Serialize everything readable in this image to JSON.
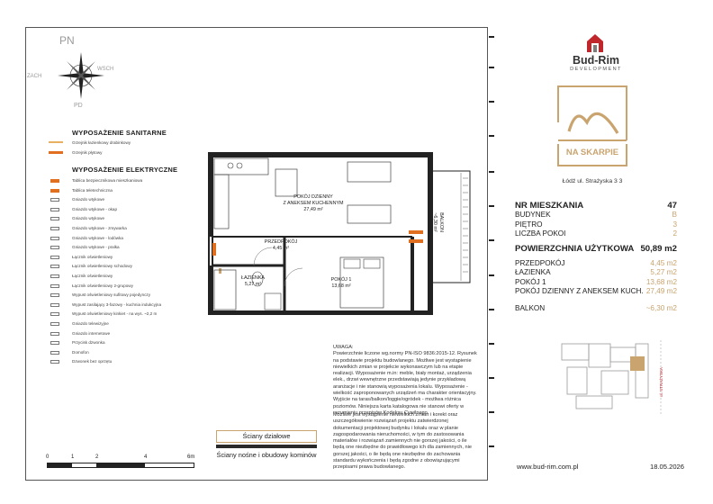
{
  "compass": {
    "n": "PN",
    "s": "PD",
    "e": "WSCH",
    "w": "ZACH"
  },
  "sanitary": {
    "title": "WYPOSAŻENIE SANITARNE",
    "items": [
      {
        "label": "Grzejnik łazienkowy drabinkowy",
        "color": "#e8b060"
      },
      {
        "label": "Grzejnik płytowy",
        "color": "#e07020"
      }
    ]
  },
  "electrical": {
    "title": "WYPOSAŻENIE ELEKTRYCZNE",
    "items": [
      "Tablica bezpiecznikowa mieszkaniowa",
      "Tablica teletechniczna",
      "Gniazdo wtykowe",
      "Gniazdo wtykowe - okap",
      "Gniazdo wtykowe",
      "Gniazdo wtykowe - zmywarka",
      "Gniazdo wtykowe - lodówka",
      "Gniazdo wtykowe - pralka",
      "Łącznik oświetleniowy",
      "Łącznik oświetleniowy schodowy",
      "Łącznik oświetleniowy",
      "Łącznik oświetleniowy 2-grupowy",
      "Wypust oświetleniowy sufitowy pojedynczy",
      "Wypust zasilający 3-fazowy - kuchnia indukcyjna",
      "Wypust oświetleniowy kinkiet - na wys. ~2,2 m",
      "Gniazdo telewizyjne",
      "Gniazdo internetowe",
      "Przycisk dzwonka",
      "Domofon",
      "Dzwonek bez oprzętu"
    ]
  },
  "rooms": {
    "living": {
      "name1": "POKÓJ DZIENNY",
      "name2": "Z ANEKSEM KUCHENNYM",
      "area": "27,49 m²"
    },
    "hall": {
      "name": "PRZEDPOKÓJ",
      "area": "4,45 m²"
    },
    "bath": {
      "name": "ŁAZIENKA",
      "area": "5,27 m²"
    },
    "room1": {
      "name": "POKÓJ 1",
      "area": "13,68 m²"
    },
    "balcony": {
      "name": "BALKON",
      "area": "~6,30 m²"
    }
  },
  "uwaga": {
    "title": "UWAGA:",
    "text": "Powierzchnie liczone wg.normy PN-ISO 9836:2015-12. Rysunek na podstawie projektu budowlanego. Możliwe jest wystąpienie niewielkich zmian w projekcie wykonawczym lub na etapie realizacji. Wyposażenie m.in: meble, biały montaż, urządzenia elek., drzwi wewnętrzne przedstawiają jedynie przykładową aranżacje i nie stanowią wyposażenia lokalu. Wyposażenie - wielkość zaproponowanych urządzeń ma charakter orientacyjny. Wyjście na taras/balkon/loggie/ogródek - możliwa różnica poziomów. Niniejsza karta katalogowa nie stanowi oferty w rozumieniu przepisów Kodeksu Cywilnego.",
    "text2": "Możliwe jest wystąpienie niewielkich zmian i korekt oraz uszczegółowienie rozwiązań projektu zatwierdzonej dokumentacji projektowej budynku i lokalu oraz w planie zagospodarowania nieruchomości, w tym do zastosowania materiałów i rozwiązań zamiennych nie gorszej jakości, o ile będą one niezbędne do prawidłowego ich dla zamiennych, nie gorszej jakości, o ile będą one niezbędne do zachowania standardu wykończenia i będą zgodne z obowiązującymi przepisami prawa budowlanego."
  },
  "walls_legend": {
    "partition": "Ściany działowe",
    "structural": "Ściany nośne i obudowy kominów"
  },
  "scale": {
    "labels": [
      "0",
      "1",
      "2",
      "4",
      "6m"
    ]
  },
  "brand": {
    "company": "Bud-Rim",
    "sub": "DEVELOPMENT",
    "project": "NA SKARPIE",
    "address": "Łódź ul. Strażyska 3 3",
    "accent": "#c9a46f",
    "red": "#c0272d"
  },
  "apartment": {
    "number_label": "NR MIESZKANIA",
    "number": "47",
    "rows": [
      {
        "label": "BUDYNEK",
        "value": "B"
      },
      {
        "label": "PIĘTRO",
        "value": "3"
      },
      {
        "label": "LICZBA POKOI",
        "value": "2"
      }
    ],
    "area_label": "POWIERZCHNIA UŻYTKOWA",
    "area": "50,89 m2",
    "rooms": [
      {
        "label": "PRZEDPOKÓJ",
        "value": "4,45 m2"
      },
      {
        "label": "ŁAZIENKA",
        "value": "5,27 m2"
      },
      {
        "label": "POKÓJ 1",
        "value": "13,68 m2"
      },
      {
        "label": "POKÓJ DZIENNY Z ANEKSEM  KUCH.",
        "value": "27,49 m2"
      }
    ],
    "balcony": {
      "label": "BALKON",
      "value": "~6,30 m2"
    }
  },
  "site_plan": {
    "street": "ul. STRAŻYSKA"
  },
  "footer": {
    "website": "www.bud-rim.com.pl",
    "date": "18.05.2026"
  }
}
